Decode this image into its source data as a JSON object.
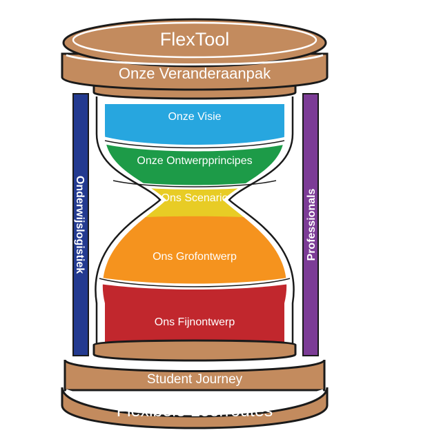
{
  "diagram": {
    "top_title": "FlexTool",
    "top_subtitle": "Onze Veranderaanpak",
    "left_pillar": "Onderwijslogistiek",
    "right_pillar": "Professionals",
    "layers": [
      {
        "label": "Onze Visie",
        "color": "#27A6DF"
      },
      {
        "label": "Onze Ontwerpprincipes",
        "color": "#1D9B48"
      },
      {
        "label": "Ons Scenario",
        "color": "#E8CC25"
      },
      {
        "label": "Ons Grofontwerp",
        "color": "#F5931E"
      },
      {
        "label": "Ons Fijnontwerp",
        "color": "#C1272D"
      }
    ],
    "bottom_subtitle": "Student Journey",
    "bottom_title": "Flexibele Leerroutes",
    "colors": {
      "frame": "#C38B5E",
      "frame_outline": "#1A1A1A",
      "left_pillar": "#233A90",
      "right_pillar": "#7C3C96",
      "glass": "#FFFFFF"
    }
  }
}
